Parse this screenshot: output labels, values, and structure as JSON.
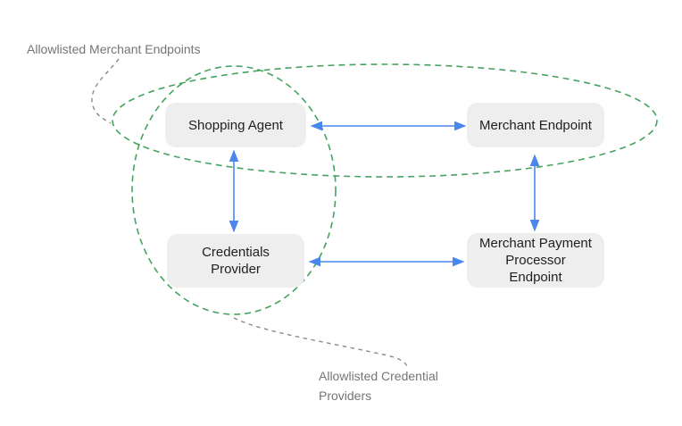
{
  "colors": {
    "arrow_blue": "#4a87ed",
    "group_green": "#46a35f",
    "leader_gray": "#8a8a8a",
    "label_gray": "#757575",
    "node_fill": "#eeeeee",
    "node_text": "#1f1f1f"
  },
  "nodes": [
    {
      "id": "shopping-agent",
      "lines": [
        "Shopping Agent"
      ]
    },
    {
      "id": "merchant-endpoint",
      "lines": [
        "Merchant Endpoint"
      ]
    },
    {
      "id": "credentials-provider",
      "lines": [
        "Credentials",
        "Provider"
      ]
    },
    {
      "id": "merchant-payment-processor-endpoint",
      "lines": [
        "Merchant Payment",
        "Processor",
        "Endpoint"
      ]
    }
  ],
  "edges": [
    {
      "from": "shopping-agent",
      "to": "merchant-endpoint",
      "bidirectional": true
    },
    {
      "from": "shopping-agent",
      "to": "credentials-provider",
      "bidirectional": true
    },
    {
      "from": "merchant-endpoint",
      "to": "merchant-payment-processor-endpoint",
      "bidirectional": true
    },
    {
      "from": "credentials-provider",
      "to": "merchant-payment-processor-endpoint",
      "bidirectional": true
    }
  ],
  "groups": [
    {
      "id": "allowlisted-merchant-endpoints",
      "lines": [
        "Allowlisted Merchant Endpoints"
      ]
    },
    {
      "id": "allowlisted-credential-providers",
      "lines": [
        "Allowlisted Credential",
        "Providers"
      ]
    }
  ]
}
